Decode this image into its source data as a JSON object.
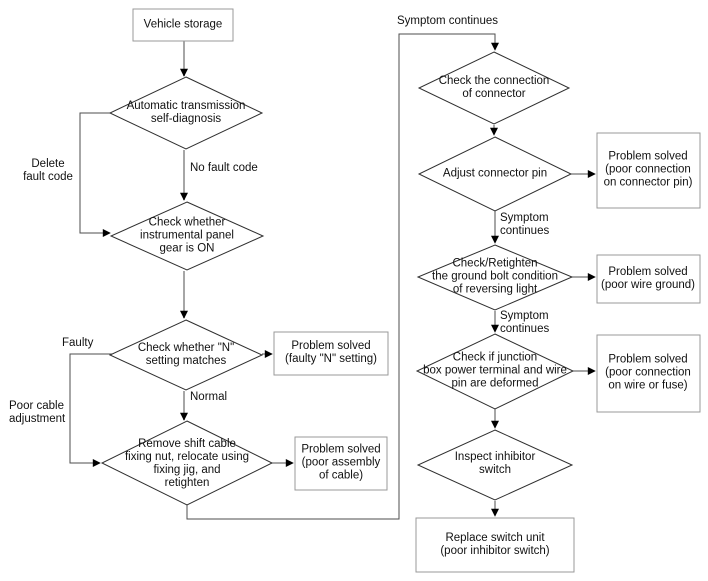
{
  "flowchart": {
    "nodes": {
      "start": {
        "label": "Vehicle storage"
      },
      "self_diagnosis": {
        "label": "Automatic transmission\nself-diagnosis"
      },
      "panel_gear": {
        "label": "Check whether\ninstrumental panel\ngear is ON"
      },
      "n_setting": {
        "label": "Check whether \"N\"\nsetting matches"
      },
      "shift_cable": {
        "label": "Remove shift cable\nfixing nut, relocate using\nfixing jig, and\nretighten"
      },
      "solved_n_setting": {
        "label": "Problem solved\n(faulty \"N\" setting)"
      },
      "solved_cable": {
        "label": "Problem solved\n(poor assembly\nof cable)"
      },
      "check_connector": {
        "label": "Check the connection\nof connector"
      },
      "adjust_pin": {
        "label": "Adjust connector pin"
      },
      "solved_pin": {
        "label": "Problem solved\n(poor connection\non connector pin)"
      },
      "ground_bolt": {
        "label": "Check/Retighten\nthe ground bolt condition\nof reversing light"
      },
      "solved_ground": {
        "label": "Problem solved\n(poor wire ground)"
      },
      "junction_box": {
        "label": "Check if junction\nbox power terminal and wire\npin are deformed"
      },
      "solved_fuse": {
        "label": "Problem solved\n(poor connection\non wire or fuse)"
      },
      "inhibitor": {
        "label": "Inspect inhibitor\nswitch"
      },
      "replace_switch": {
        "label": "Replace switch unit\n(poor inhibitor switch)"
      }
    },
    "edge_labels": {
      "delete_fault_code": "Delete\nfault code",
      "no_fault_code": "No fault code",
      "faulty": "Faulty",
      "normal": "Normal",
      "poor_cable_adjustment": "Poor cable\nadjustment",
      "symptom_continues_top": "Symptom continues",
      "symptom_continues_1": "Symptom\ncontinues",
      "symptom_continues_2": "Symptom\ncontinues"
    },
    "colors": {
      "background": "#ffffff",
      "text": "#111111",
      "diamond_border": "#2f2f2f",
      "rect_border": "#999999",
      "flow_line": "#a6a6a6",
      "elbow_line": "#4d4d4d",
      "arrowhead": "#000000"
    }
  }
}
